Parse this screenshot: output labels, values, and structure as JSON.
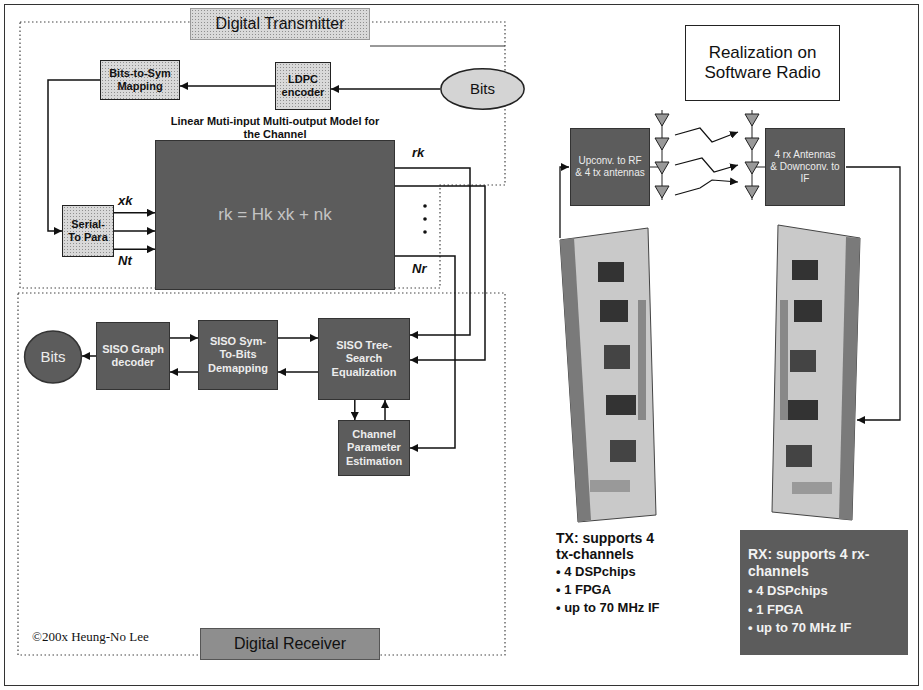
{
  "diagram": {
    "nodes": [
      {
        "text": [
          "Digital Transmitter"
        ]
      },
      {
        "text": [
          "Bits"
        ]
      },
      {
        "text": [
          "LDPC encoder"
        ]
      },
      {
        "text": [
          "Bits-to-Sym Mapping"
        ]
      },
      {
        "text": [
          "Serial-To Para"
        ]
      },
      {
        "text": [
          "Linear Muti-input Multi-output Model for the Channel",
          "rk = Hk xk + nk"
        ]
      },
      {
        "text": [
          "SISO Graph decoder"
        ]
      },
      {
        "text": [
          "SISO Sym-To-Bits Demapping"
        ]
      },
      {
        "text": [
          "SISO Tree-Search Equalization"
        ]
      },
      {
        "text": [
          "Channel Parameter Estimation"
        ]
      },
      {
        "text": [
          "Bits"
        ]
      },
      {
        "text": [
          "Digital Receiver"
        ]
      },
      {
        "text": [
          "Realization on Software Radio"
        ]
      },
      {
        "text": [
          "Upconv. to RF & 4 tx antennas"
        ]
      },
      {
        "text": [
          "4 rx Antennas & Downconv. to IF"
        ]
      },
      {
        "text": [
          "RX: supports 4 rx-channels",
          "• 4 DSPchips",
          "• 1 FPGA",
          "• up to 70 MHz IF"
        ]
      }
    ],
    "edges": [
      {
        "from": 1,
        "to": 2,
        "arrow": "to"
      },
      {
        "from": 2,
        "to": 3,
        "arrow": "to"
      },
      {
        "from": 3,
        "to": 4,
        "arrow": "to"
      },
      {
        "from": 4,
        "to": 5,
        "arrow": "to"
      },
      {
        "from": 4,
        "to": 5,
        "arrow": "to"
      },
      {
        "from": 4,
        "to": 5,
        "arrow": "to"
      },
      {
        "from": 5,
        "to": 8,
        "arrow": "to"
      },
      {
        "from": 5,
        "to": 8,
        "arrow": "to"
      },
      {
        "from": 5,
        "to": 9,
        "arrow": "to"
      },
      {
        "from": 8,
        "to": 7,
        "arrow": "to"
      },
      {
        "from": 7,
        "to": 8,
        "arrow": "to"
      },
      {
        "from": 7,
        "to": 6,
        "arrow": "to"
      },
      {
        "from": 6,
        "to": 7,
        "arrow": "to"
      },
      {
        "from": 6,
        "to": 10,
        "arrow": "to"
      },
      {
        "from": 8,
        "to": 9,
        "arrow": "to"
      },
      {
        "from": 9,
        "to": 8,
        "arrow": "to"
      }
    ],
    "labels": [
      "xk",
      "Nt",
      "rk",
      "Nr",
      "©200x Heung-No Lee",
      "TX: supports 4 tx-channels",
      "• 4 DSPchips",
      "• 1 FPGA",
      "• up to 70 MHz IF"
    ]
  }
}
